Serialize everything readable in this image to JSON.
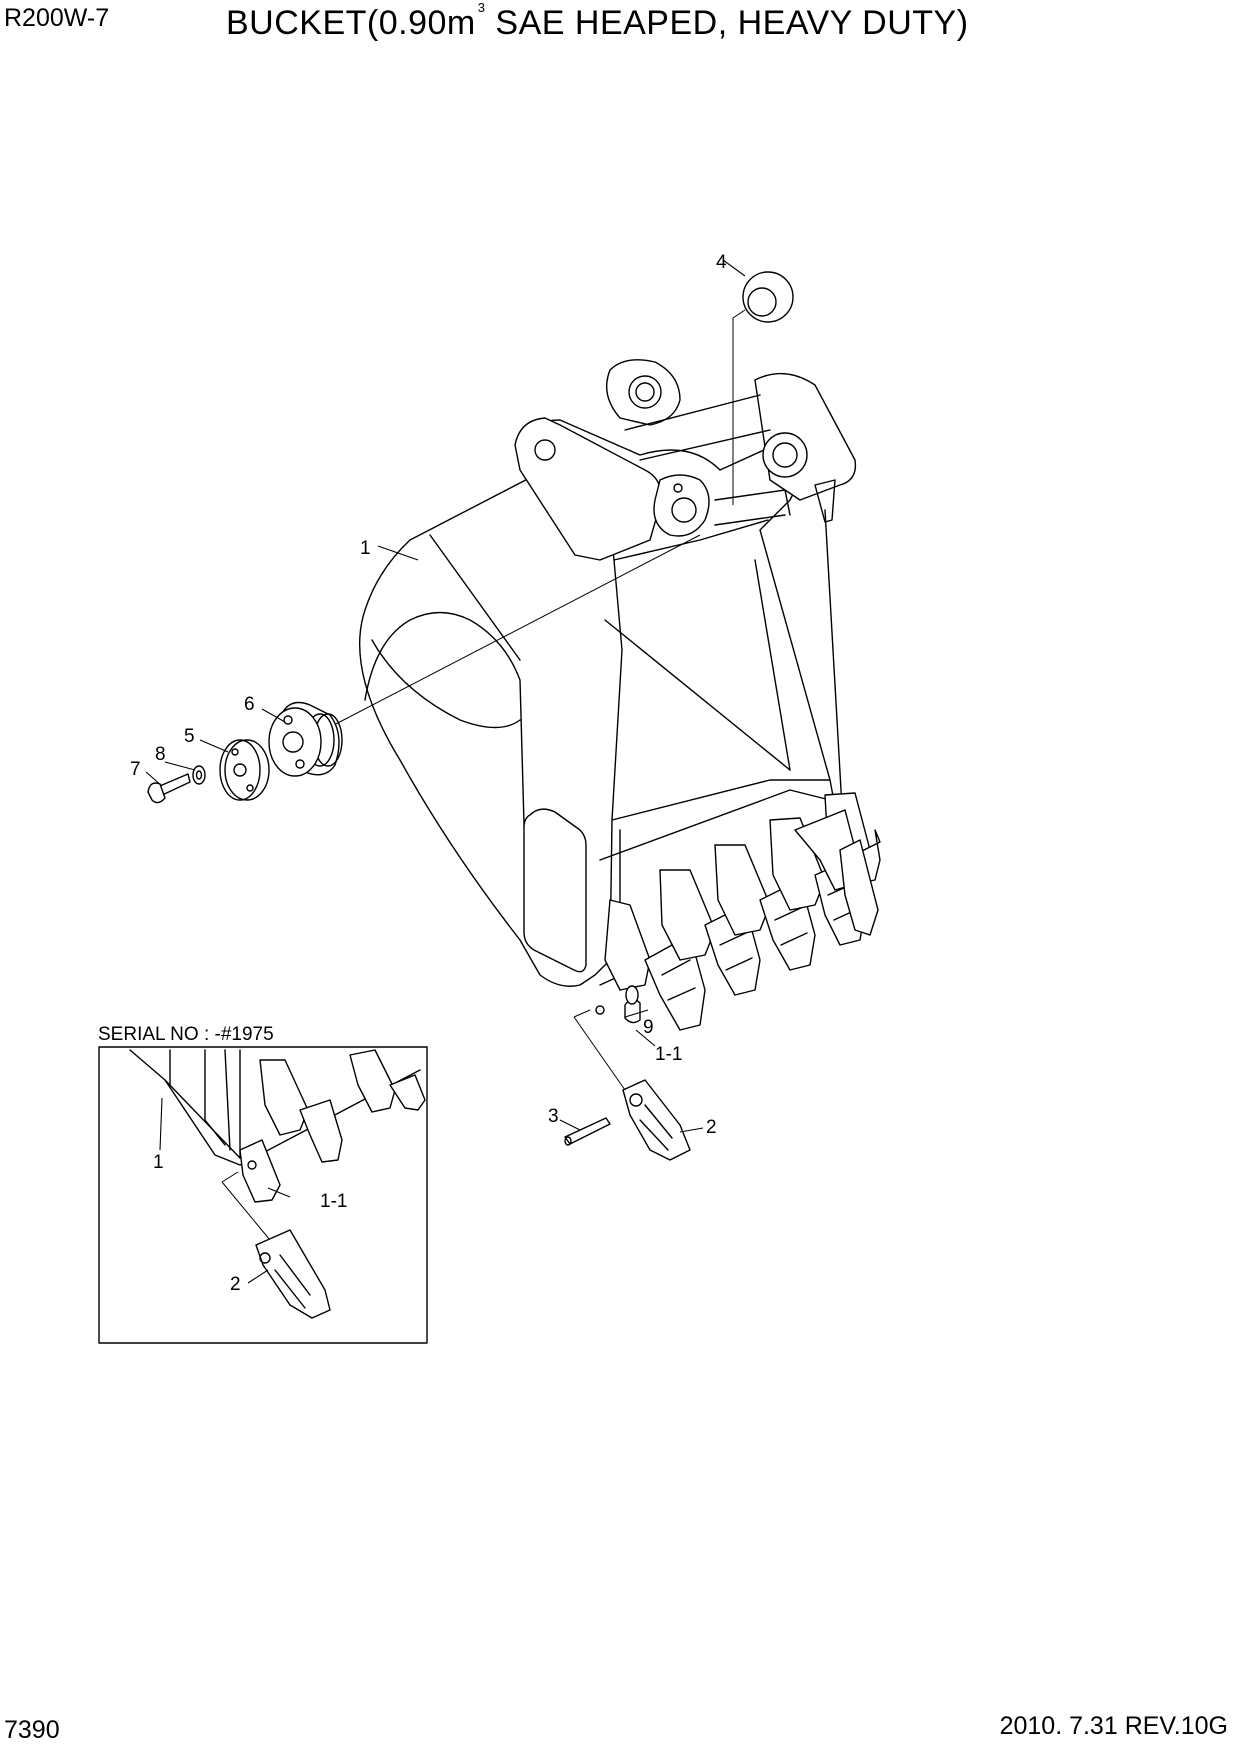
{
  "header": {
    "model": "R200W-7",
    "title_main": "BUCKET(0.90m",
    "title_sup": "3",
    "title_rest": " SAE HEAPED, HEAVY DUTY)"
  },
  "footer": {
    "page_number": "7390",
    "revision": "2010. 7.31  REV.10G"
  },
  "inset": {
    "serial": "SERIAL NO : -#1975",
    "labels": {
      "part_1": "1",
      "part_1_1": "1-1",
      "part_2": "2"
    }
  },
  "callouts": {
    "part_1": "1",
    "part_1_1": "1-1",
    "part_2": "2",
    "part_3": "3",
    "part_4": "4",
    "part_5": "5",
    "part_6": "6",
    "part_7": "7",
    "part_8": "8",
    "part_9": "9"
  }
}
